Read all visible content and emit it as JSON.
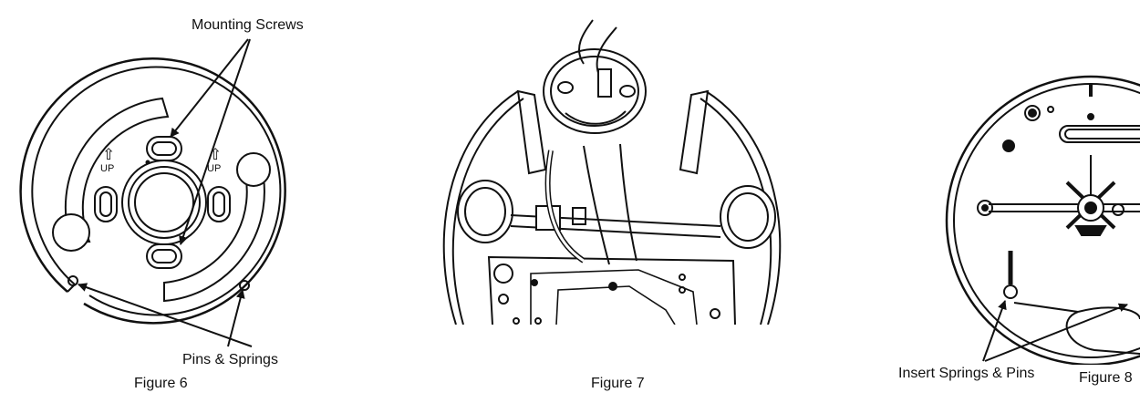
{
  "figures": [
    {
      "caption": "Figure 6",
      "callouts": [
        "Mounting Screws",
        "Pins & Springs"
      ],
      "up_markers": [
        "⇧",
        "UP",
        "⇧",
        "UP"
      ]
    },
    {
      "caption": "Figure 7"
    },
    {
      "caption": "Figure 8",
      "callouts": [
        "Insert Springs & Pins"
      ]
    }
  ],
  "colors": {
    "line": "#111111",
    "background": "#ffffff"
  }
}
